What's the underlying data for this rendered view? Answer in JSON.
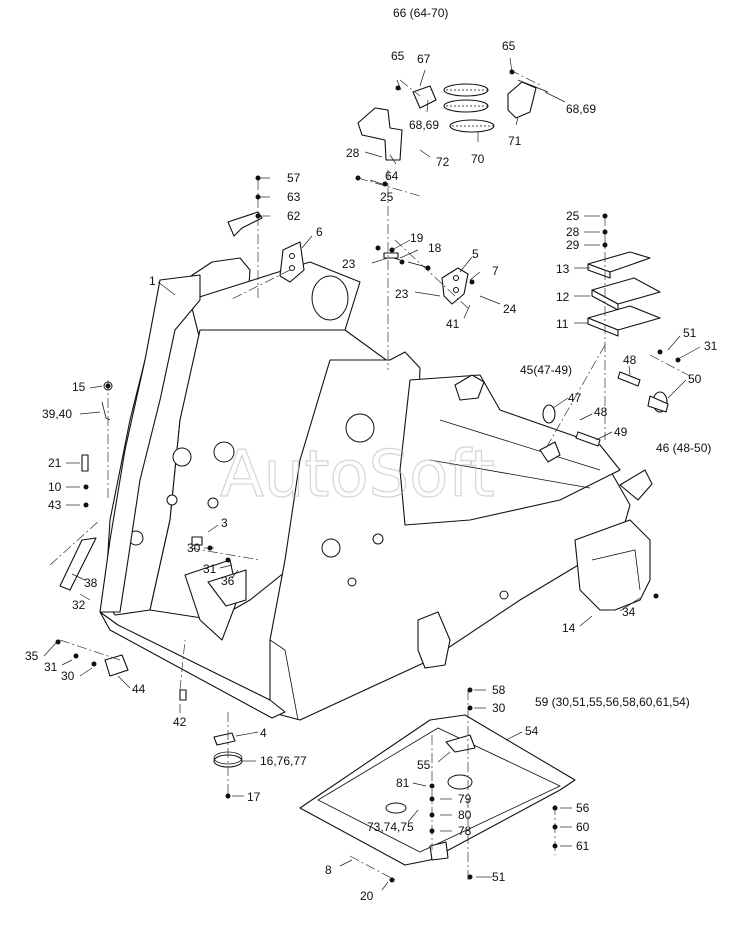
{
  "watermark": "AutoSoft",
  "callouts": [
    {
      "id": "c66",
      "text": "66 (64-70)"
    },
    {
      "id": "c65a",
      "text": "65"
    },
    {
      "id": "c67",
      "text": "67"
    },
    {
      "id": "c65b",
      "text": "65"
    },
    {
      "id": "c6869a",
      "text": "68,69"
    },
    {
      "id": "c6869b",
      "text": "68,69"
    },
    {
      "id": "c71",
      "text": "71"
    },
    {
      "id": "c70",
      "text": "70"
    },
    {
      "id": "c28a",
      "text": "28"
    },
    {
      "id": "c72",
      "text": "72"
    },
    {
      "id": "c64",
      "text": "64"
    },
    {
      "id": "c25a",
      "text": "25"
    },
    {
      "id": "c57",
      "text": "57"
    },
    {
      "id": "c63",
      "text": "63"
    },
    {
      "id": "c62",
      "text": "62"
    },
    {
      "id": "c6",
      "text": "6"
    },
    {
      "id": "c19",
      "text": "19"
    },
    {
      "id": "c18",
      "text": "18"
    },
    {
      "id": "c5",
      "text": "5"
    },
    {
      "id": "c23a",
      "text": "23"
    },
    {
      "id": "c7",
      "text": "7"
    },
    {
      "id": "c23b",
      "text": "23"
    },
    {
      "id": "c24",
      "text": "24"
    },
    {
      "id": "c41",
      "text": "41"
    },
    {
      "id": "c1",
      "text": "1"
    },
    {
      "id": "c25b",
      "text": "25"
    },
    {
      "id": "c28b",
      "text": "28"
    },
    {
      "id": "c29",
      "text": "29"
    },
    {
      "id": "c13",
      "text": "13"
    },
    {
      "id": "c12",
      "text": "12"
    },
    {
      "id": "c11",
      "text": "11"
    },
    {
      "id": "c51a",
      "text": "51"
    },
    {
      "id": "c31a",
      "text": "31"
    },
    {
      "id": "c48a",
      "text": "48"
    },
    {
      "id": "c4549",
      "text": "45(47-49)"
    },
    {
      "id": "c50",
      "text": "50"
    },
    {
      "id": "c47",
      "text": "47"
    },
    {
      "id": "c48b",
      "text": "48"
    },
    {
      "id": "c49",
      "text": "49"
    },
    {
      "id": "c4650",
      "text": "46 (48-50)"
    },
    {
      "id": "c15",
      "text": "15"
    },
    {
      "id": "c3940",
      "text": "39,40"
    },
    {
      "id": "c21",
      "text": "21"
    },
    {
      "id": "c10",
      "text": "10"
    },
    {
      "id": "c43",
      "text": "43"
    },
    {
      "id": "c3",
      "text": "3"
    },
    {
      "id": "c30a",
      "text": "30"
    },
    {
      "id": "c31b",
      "text": "31"
    },
    {
      "id": "c36",
      "text": "36"
    },
    {
      "id": "c38",
      "text": "38"
    },
    {
      "id": "c32",
      "text": "32"
    },
    {
      "id": "c14",
      "text": "14"
    },
    {
      "id": "c34",
      "text": "34"
    },
    {
      "id": "c35",
      "text": "35"
    },
    {
      "id": "c31c",
      "text": "31"
    },
    {
      "id": "c30b",
      "text": "30"
    },
    {
      "id": "c44",
      "text": "44"
    },
    {
      "id": "c42",
      "text": "42"
    },
    {
      "id": "c4",
      "text": "4"
    },
    {
      "id": "c167677",
      "text": "16,76,77"
    },
    {
      "id": "c17",
      "text": "17"
    },
    {
      "id": "c58",
      "text": "58"
    },
    {
      "id": "c30c",
      "text": "30"
    },
    {
      "id": "c59",
      "text": "59 (30,51,55,56,58,60,61,54)"
    },
    {
      "id": "c54",
      "text": "54"
    },
    {
      "id": "c55",
      "text": "55"
    },
    {
      "id": "c81",
      "text": "81"
    },
    {
      "id": "c79",
      "text": "79"
    },
    {
      "id": "c80",
      "text": "80"
    },
    {
      "id": "c737475",
      "text": "73,74,75"
    },
    {
      "id": "c78",
      "text": "78"
    },
    {
      "id": "c56",
      "text": "56"
    },
    {
      "id": "c60",
      "text": "60"
    },
    {
      "id": "c61",
      "text": "61"
    },
    {
      "id": "c8",
      "text": "8"
    },
    {
      "id": "c51b",
      "text": "51"
    },
    {
      "id": "c20",
      "text": "20"
    }
  ]
}
